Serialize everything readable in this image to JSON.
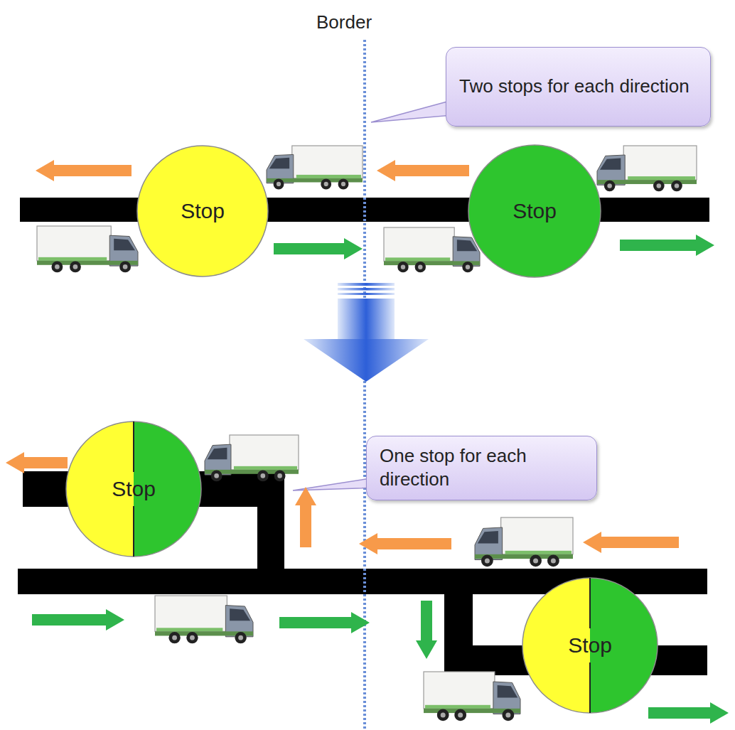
{
  "diagram": {
    "nodes": [
      {
        "text": [
          "Two stops for each direction"
        ]
      },
      {
        "text": [
          "Stop"
        ]
      },
      {
        "text": [
          "Stop"
        ]
      },
      {
        "text": [
          "Stop"
        ]
      },
      {
        "text": [
          "One stop for each direction"
        ]
      },
      {
        "text": [
          "Stop"
        ]
      }
    ],
    "labels": [
      "Border"
    ]
  }
}
